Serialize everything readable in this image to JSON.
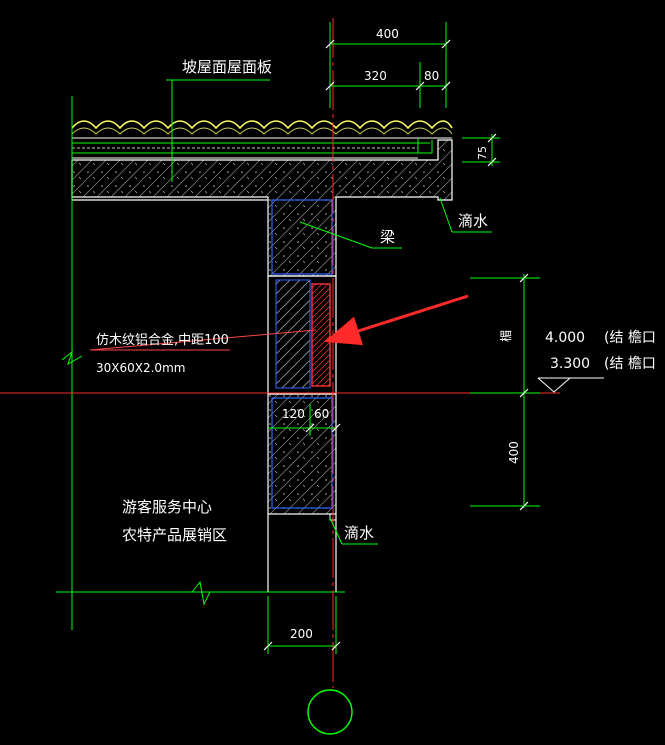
{
  "labels": {
    "roof_panel": "坡屋面屋面板",
    "beam": "梁",
    "drip_top": "滴水",
    "drip_bottom": "滴水",
    "aluminum_line1": "仿木纹铝合金,中距100",
    "aluminum_line2": "30X60X2.0mm",
    "room_line1": "游客服务中心",
    "room_line2": "农特产品展销区",
    "level_upper": "4.000",
    "level_lower": "3.300",
    "level_note_upper": "(结 檐口",
    "level_note_lower": "(结 檐口",
    "vertical_note": "楣"
  },
  "dimensions": {
    "top_total": "400",
    "top_a": "320",
    "top_b": "80",
    "slab_thickness": "75",
    "right_lower": "400",
    "mid_a": "120",
    "mid_b": "60",
    "bottom": "200"
  },
  "colors": {
    "background": "#000000",
    "line_green": "#00ff00",
    "line_red": "#ff0000",
    "line_blue": "#3366ff",
    "line_white": "#ffffff",
    "line_yellow": "#ffff66",
    "hatch_grey": "#9a9a9a"
  }
}
